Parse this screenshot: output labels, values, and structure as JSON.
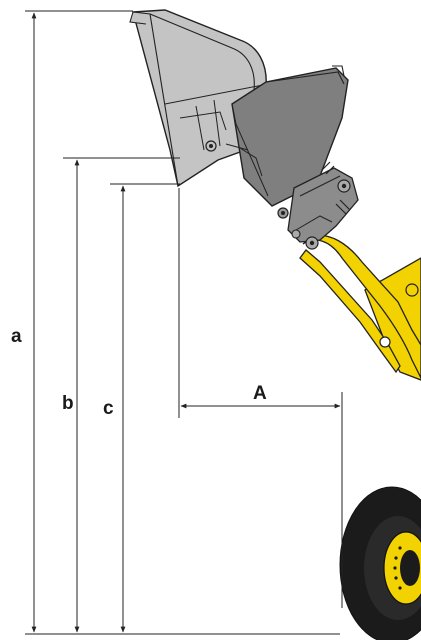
{
  "dimensions": {
    "a": "a",
    "b": "b",
    "c": "c",
    "A": "A"
  },
  "colors": {
    "machine_yellow": "#f2d200",
    "bucket_light_gray": "#c4c4c4",
    "bucket_dark_gray": "#7f7f7f",
    "tire_black": "#1b1b1b",
    "line": "#222222"
  }
}
